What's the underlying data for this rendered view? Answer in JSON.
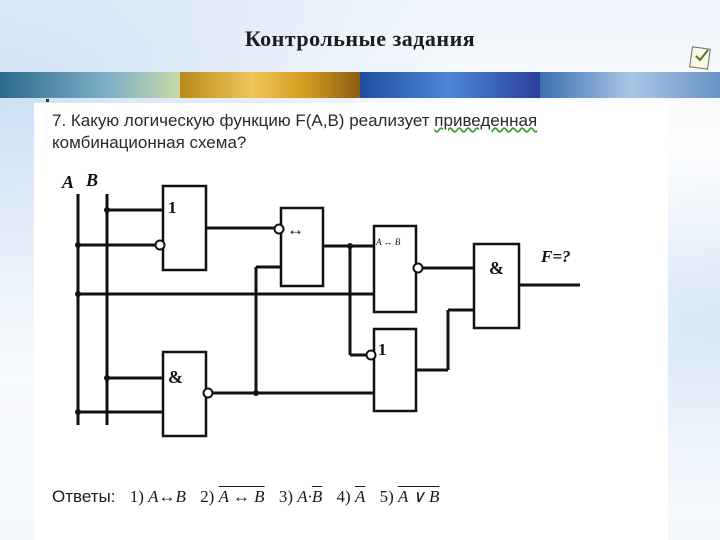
{
  "slide": {
    "title": "Контрольные задания",
    "question_part1": "7. Какую логическую функцию F(A,B) реализует ",
    "question_part2": "приведенная",
    "question_line2": "комбинационная схема?"
  },
  "circuit": {
    "input_a": "A",
    "input_b": "B",
    "gate1": "1",
    "gate_equiv": "↔",
    "gate_and_low": "&",
    "gate_mid_top_note": "A ↔ B",
    "gate_or2": "1",
    "gate_and_out": "&",
    "output_label": "F=?"
  },
  "answers": {
    "label": "Ответы:",
    "o1_num": "1)",
    "o1_expr": "A↔B",
    "o2_num": "2)",
    "o2_expr": "A ↔ B",
    "o3_num": "3)",
    "o3_a": "A·",
    "o3_b": "B",
    "o4_num": "4)",
    "o4_expr": "A",
    "o5_num": "5)",
    "o5_expr": "A ∨ B"
  },
  "colors": {
    "wavy_underline": "#3a9a3a",
    "banner": [
      "#2c6a8c",
      "#d39b1e",
      "#2a3f9c",
      "#6a94c6"
    ]
  },
  "icons": [
    "presentation-corner-icon"
  ]
}
